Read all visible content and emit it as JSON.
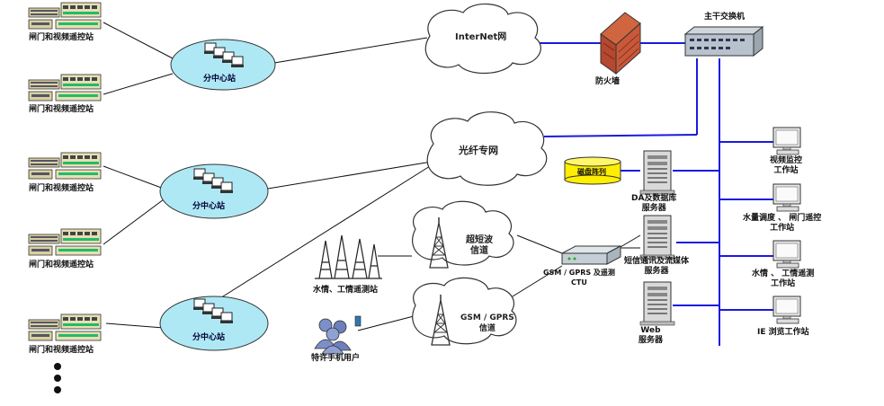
{
  "station_label": "闸门和视频遥控站",
  "hub_label": "分中心站",
  "internet_label": "InterNet网",
  "firewall_label": "防火墙",
  "core_switch_label": "主干交换机",
  "fiber_label": "光纤专网",
  "disk_array_label": "磁盘阵列",
  "db_server_label_1": "DA及数据库",
  "db_server_label_2": "服务器",
  "comm_server_label_1": "短信通讯及流媒体",
  "comm_server_label_2": "服务器",
  "web_server_label_1": "Web",
  "web_server_label_2": "服务器",
  "ws_video_1": "视频监控",
  "ws_video_2": "工作站",
  "ws_dispatch_1": "水量调度 、 闸门遥控",
  "ws_dispatch_2": "工作站",
  "ws_monitor_1": "水情 、 工情遥测",
  "ws_monitor_2": "工作站",
  "ws_ie_1": "IE 浏览工作站",
  "ultra_short_1": "超短波",
  "ultra_short_2": "信道",
  "gsm_channel_1": "GSM / GPRS",
  "gsm_channel_2": "信道",
  "ctu_label_1": "GSM / GPRS 及遥测",
  "ctu_label_2": "CTU",
  "telemetry_label": "水情、工情遥测站",
  "mobile_users_label": "特许手机用户",
  "colors": {
    "hub_fill": "#aee8f5",
    "bus_blue": "#1a1ae0",
    "cloud_stroke": "#333333",
    "firewall_brick": "#b5482e"
  }
}
